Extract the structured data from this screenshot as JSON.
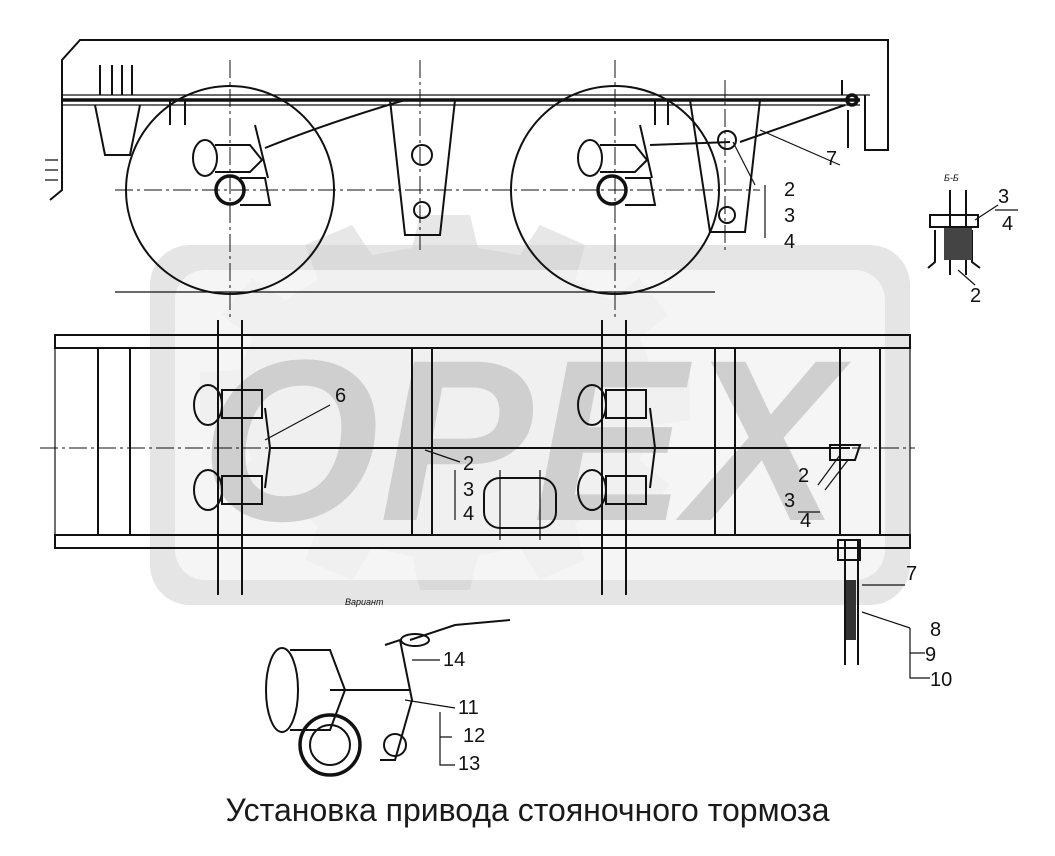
{
  "caption": "Установка привода стояночного тормоза",
  "watermark": {
    "text": "OPEX",
    "color": "#cfcfcf"
  },
  "callouts": {
    "c2a": "2",
    "c3a": "3",
    "c4a": "4",
    "c7a": "7",
    "sec_title": "Б-Б",
    "c3b": "3",
    "c4b": "4",
    "c2b": "2",
    "c6": "6",
    "c2c": "2",
    "c3c": "3",
    "c4c": "4",
    "c2d": "2",
    "c3d": "3",
    "c4d": "4",
    "c7b": "7",
    "c8": "8",
    "c9": "9",
    "c10": "10",
    "variant": "Вариант",
    "c14": "14",
    "c11": "11",
    "c12": "12",
    "c13": "13"
  },
  "colors": {
    "line": "#111111",
    "watermark": "#cfcfcf",
    "background": "#ffffff"
  }
}
